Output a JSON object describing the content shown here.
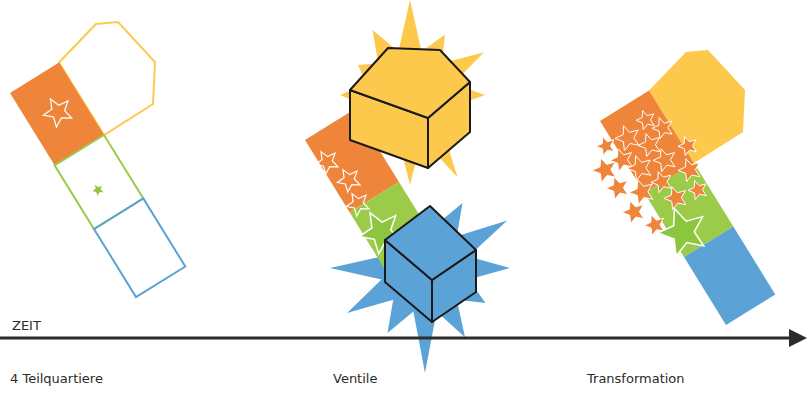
{
  "diagram": {
    "labels": [
      "ZEIT",
      "4 Teilquartiere",
      "Ventile",
      "Transformation"
    ]
  }
}
